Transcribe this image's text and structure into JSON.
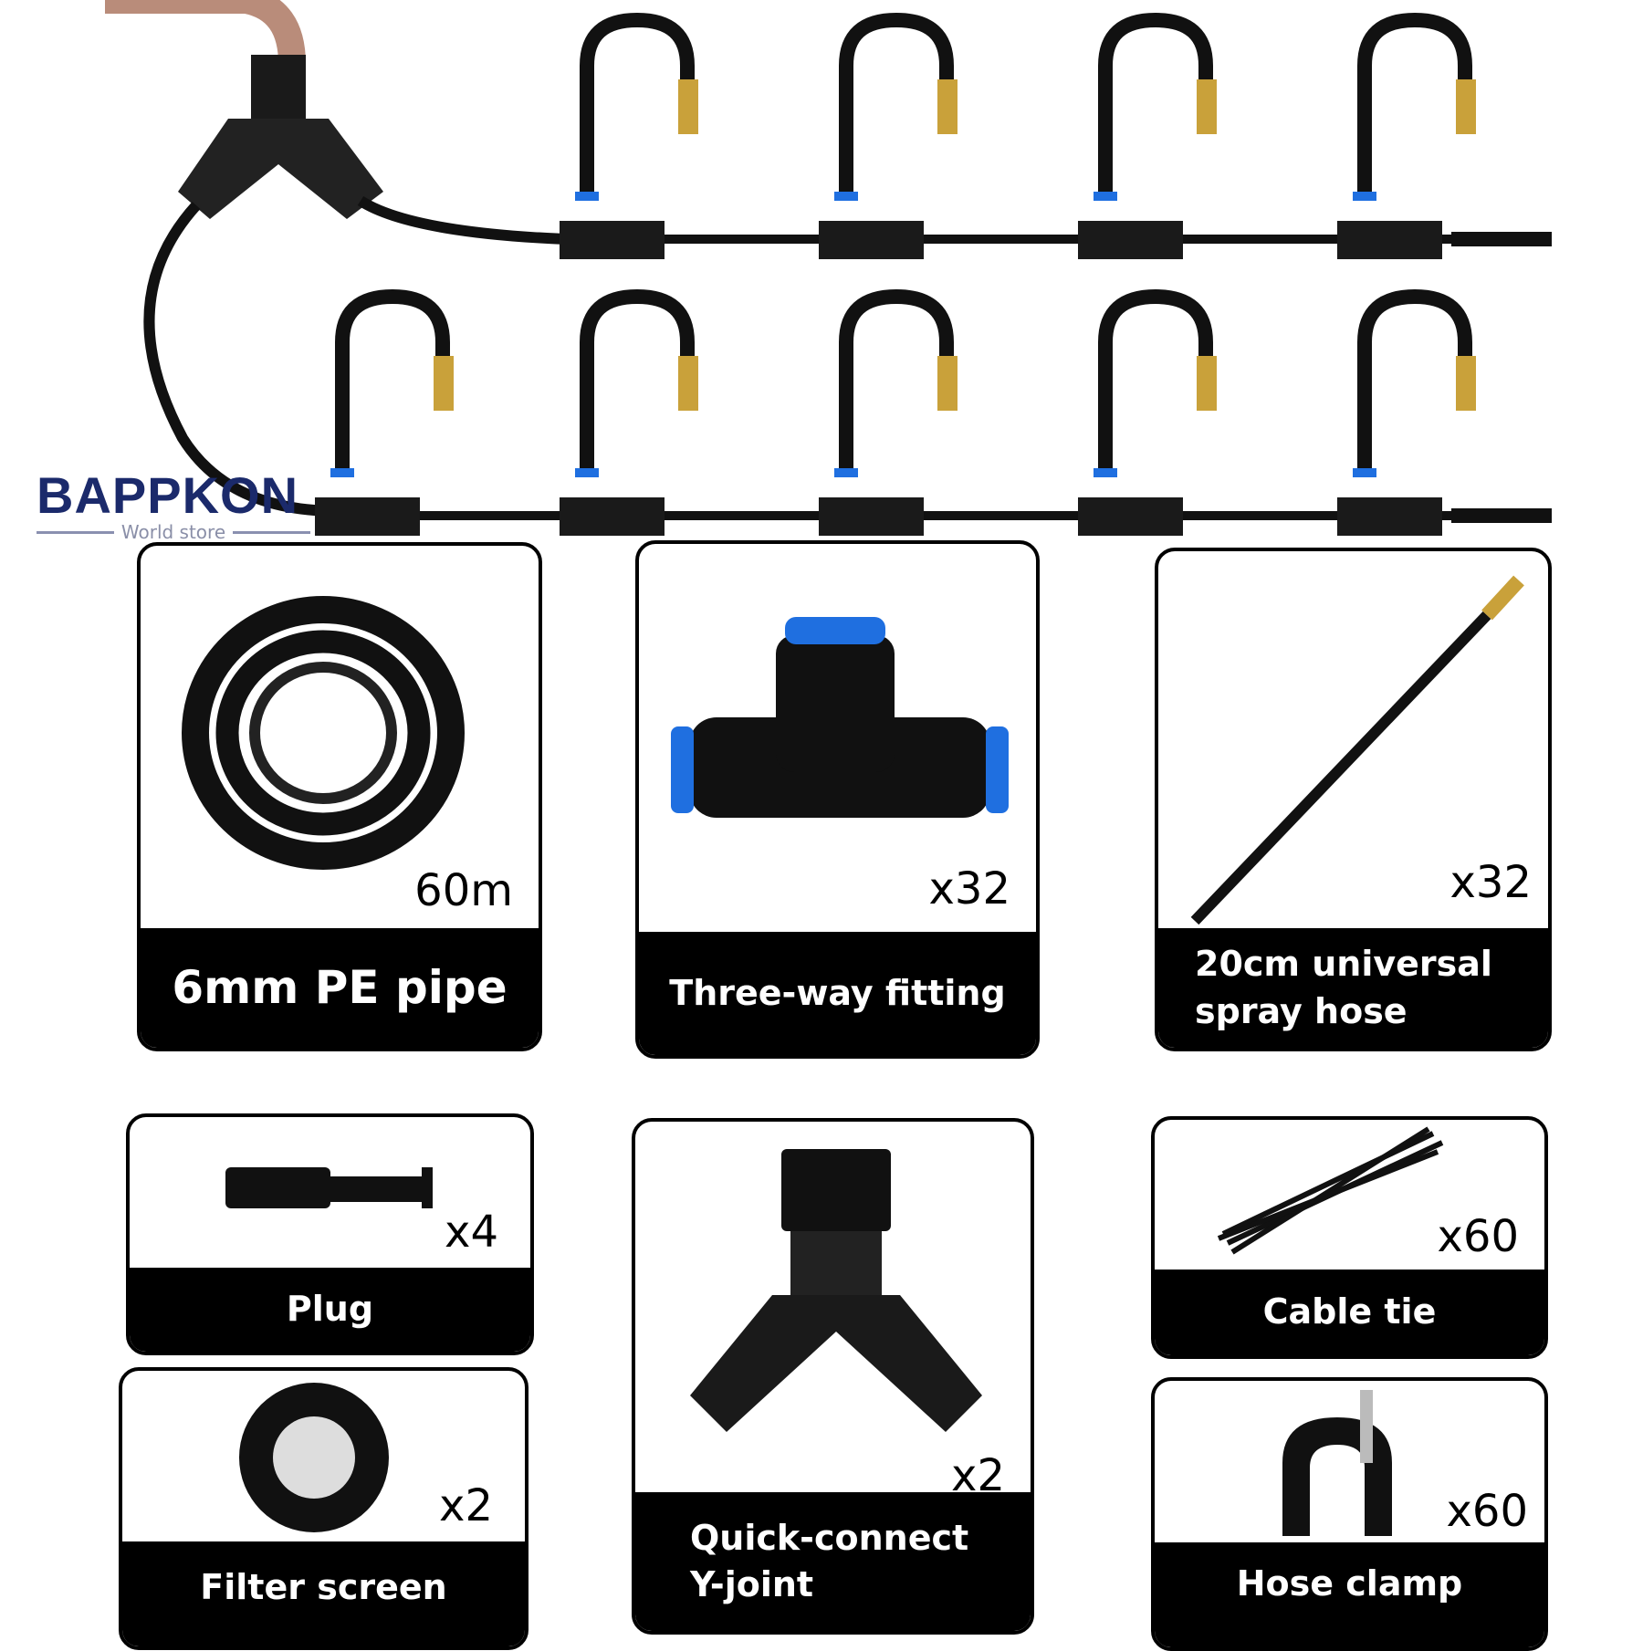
{
  "brand": {
    "name": "BAPPKON",
    "tagline": "World store"
  },
  "colors": {
    "accent_blue": "#1f6fe0",
    "brass": "#c9a13a",
    "logo": "#1b2a6b"
  },
  "items": [
    {
      "label": "6mm PE pipe",
      "qty": "60m"
    },
    {
      "label": "Three-way fitting",
      "qty": "x32"
    },
    {
      "label": "20cm universal spray hose",
      "qty": "x32"
    },
    {
      "label": "Plug",
      "qty": "x4"
    },
    {
      "label": "Quick-connect Y-joint",
      "qty": "x2"
    },
    {
      "label": "Cable tie",
      "qty": "x60"
    },
    {
      "label": "Filter screen",
      "qty": "x2"
    },
    {
      "label": "Hose clamp",
      "qty": "x60"
    }
  ]
}
